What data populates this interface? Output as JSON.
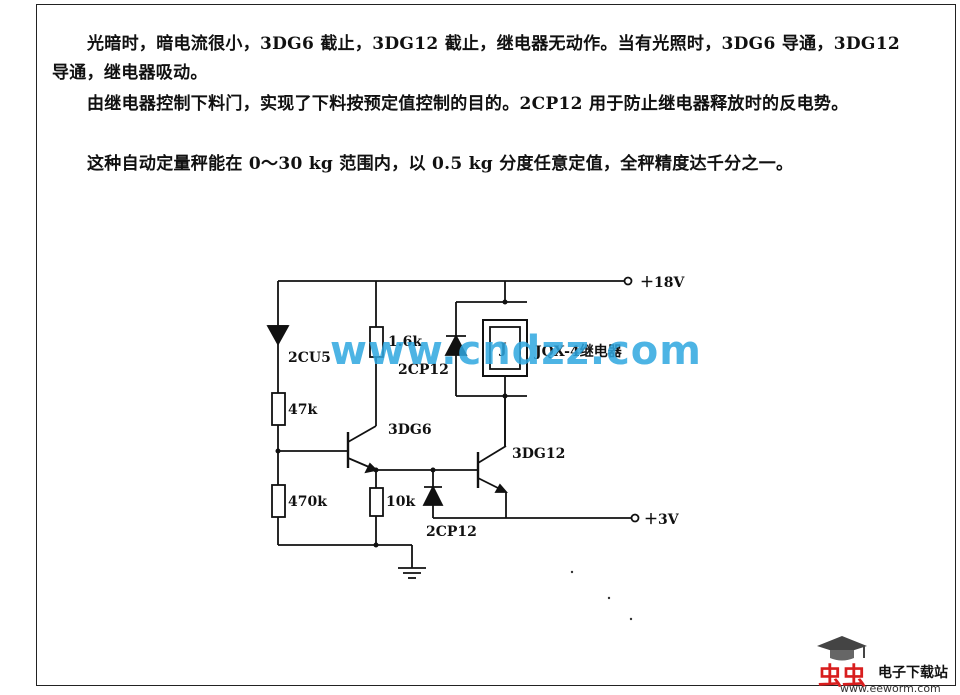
{
  "text": {
    "para1": "光暗时，暗电流很小，3DG6 截止，3DG12 截止，继电器无动作。当有光照时，3DG6 导通，3DG12 导通，继电器吸动。",
    "para2": "由继电器控制下料门，实现了下料按预定值控制的目的。2CP12 用于防止继电器释放时的反电势。",
    "para3": "这种自动定量秤能在 0～30 kg 范围内，以 0.5 kg 分度任意定值，全秤精度达千分之一。"
  },
  "circuit": {
    "supply_pos": "＋18V",
    "supply_low": "＋3V",
    "diode_2cu5": "2CU5",
    "r_47k": "47k",
    "r_470k": "470k",
    "r_1_6k": "1.6k",
    "r_10k": "10k",
    "diode_2cp12_top": "2CP12",
    "diode_2cp12_bottom": "2CP12",
    "relay_label": "JQX-4继电器",
    "relay_j": "J",
    "t_3dg6": "3DG6",
    "t_3dg12": "3DG12"
  },
  "watermark": {
    "text": "www.cndzz.com"
  },
  "logo": {
    "main": "虫虫",
    "sub": "电子下载站",
    "url": "www.eeworm.com"
  }
}
